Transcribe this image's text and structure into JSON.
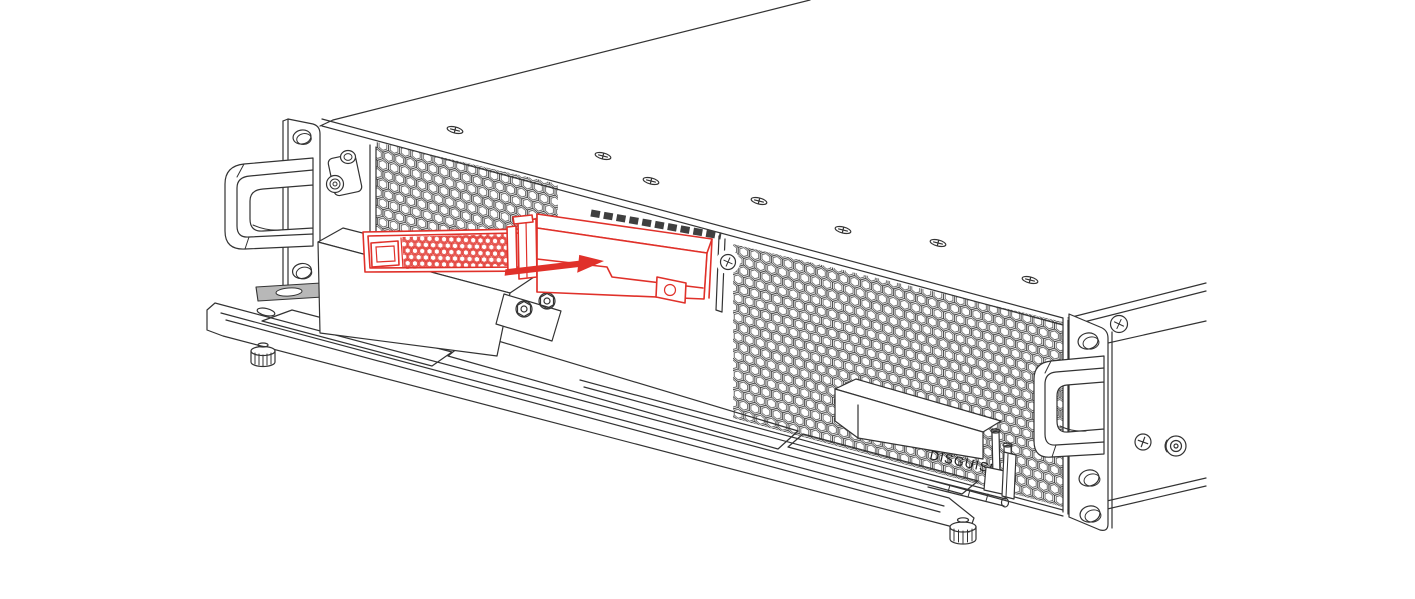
{
  "diagram": {
    "type": "hardware-installation-line-drawing",
    "subject": "2U rack-mount media server chassis, front three-quarter view with fold-down front tray open",
    "action_shown": "Removable drive module highlighted in red being slid into the front drive bay; red arrow shows insertion direction",
    "chassis_label": "DISGUISE",
    "colors": {
      "highlight": "#e0312a",
      "line": "#333333",
      "background": "#ffffff",
      "hinge_fill": "#b8b8b8",
      "bay_shadow": "#3f3f3f"
    },
    "parts": [
      "top-panel",
      "front-panel",
      "vent-mesh-left",
      "vent-mesh-right",
      "drive-bay-opening",
      "drive-caddy-handle",
      "drive-module",
      "insertion-arrow",
      "rack-ear-left",
      "rack-ear-right",
      "handle-left",
      "handle-right",
      "bnc-connector",
      "front-tray",
      "tray-cutouts",
      "thumbscrew-left",
      "thumbscrew-right",
      "bay-housing-left",
      "bay-housing-right",
      "hinge-bracket",
      "latch-pins",
      "panel-screws",
      "side-panel",
      "chassis-foot"
    ]
  }
}
